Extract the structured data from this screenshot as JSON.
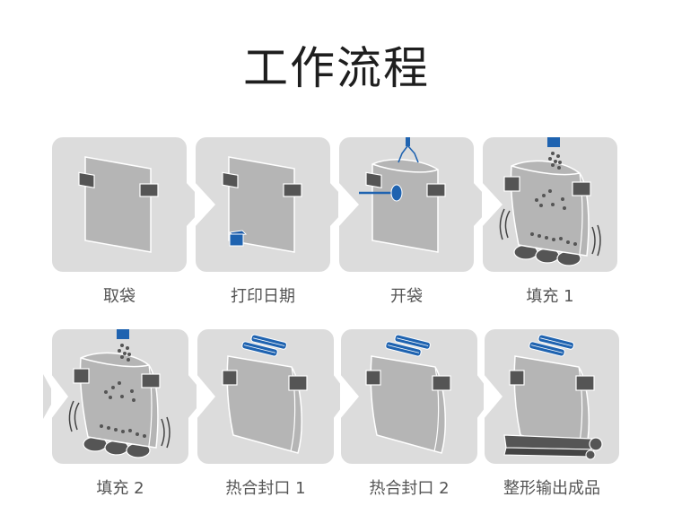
{
  "title": "工作流程",
  "colors": {
    "panel": "#dcdcdc",
    "bag": "#b5b5b5",
    "clip": "#555555",
    "accent": "#1f63b0"
  },
  "steps": [
    {
      "label": "取袋",
      "icon": "flat-bag-icon"
    },
    {
      "label": "打印日期",
      "icon": "date-print-icon"
    },
    {
      "label": "开袋",
      "icon": "open-bag-icon"
    },
    {
      "label": "填充 1",
      "icon": "fill-bag-icon"
    },
    {
      "label": "填充 2",
      "icon": "fill-bag-icon"
    },
    {
      "label": "热合封口 1",
      "icon": "heat-seal-icon"
    },
    {
      "label": "热合封口 2",
      "icon": "heat-seal-icon"
    },
    {
      "label": "整形输出成品",
      "icon": "conveyor-output-icon"
    }
  ]
}
